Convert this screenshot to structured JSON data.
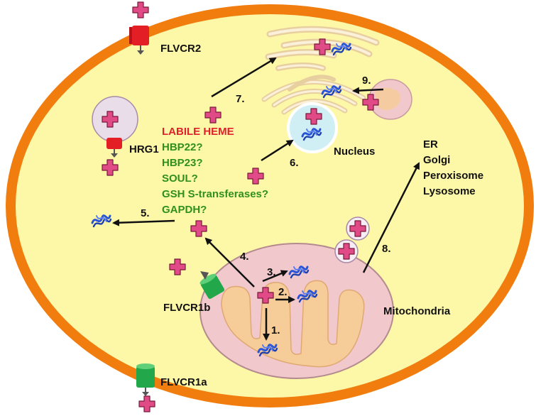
{
  "colors": {
    "background": "#ffffff",
    "cell_membrane": "#f07d0e",
    "cytoplasm": "#fdf8a8",
    "heme_fill": "#e04a86",
    "heme_stroke": "#7a1a3a",
    "protein_blue": "#2b55d9",
    "mitochondrion_outer": "#f1c9cc",
    "mitochondrion_inner": "#f6cc99",
    "nucleus": "#cfeff5",
    "golgi_er": "#f5e3c3",
    "vesicle": "#e9ddea",
    "transporter_red": "#e31e24",
    "transporter_green": "#22a84a",
    "label_red": "#e0202a",
    "label_green": "#2f8f1f"
  },
  "labels": {
    "flvcr2": "FLVCR2",
    "hrg1": "HRG1",
    "flvcr1b": "FLVCR1b",
    "flvcr1a": "FLVCR1a",
    "nucleus": "Nucleus",
    "mitochondria": "Mitochondria",
    "labile_heme": "LABILE HEME",
    "binding_proteins": [
      "HBP22?",
      "HBP23?",
      "SOUL?",
      "GSH S-transferases?",
      "GAPDH?"
    ],
    "organelles": [
      "ER",
      "Golgi",
      "Peroxisome",
      "Lysosome"
    ]
  },
  "steps": [
    "1.",
    "2.",
    "3.",
    "4.",
    "5.",
    "6.",
    "7.",
    "8.",
    "9."
  ]
}
